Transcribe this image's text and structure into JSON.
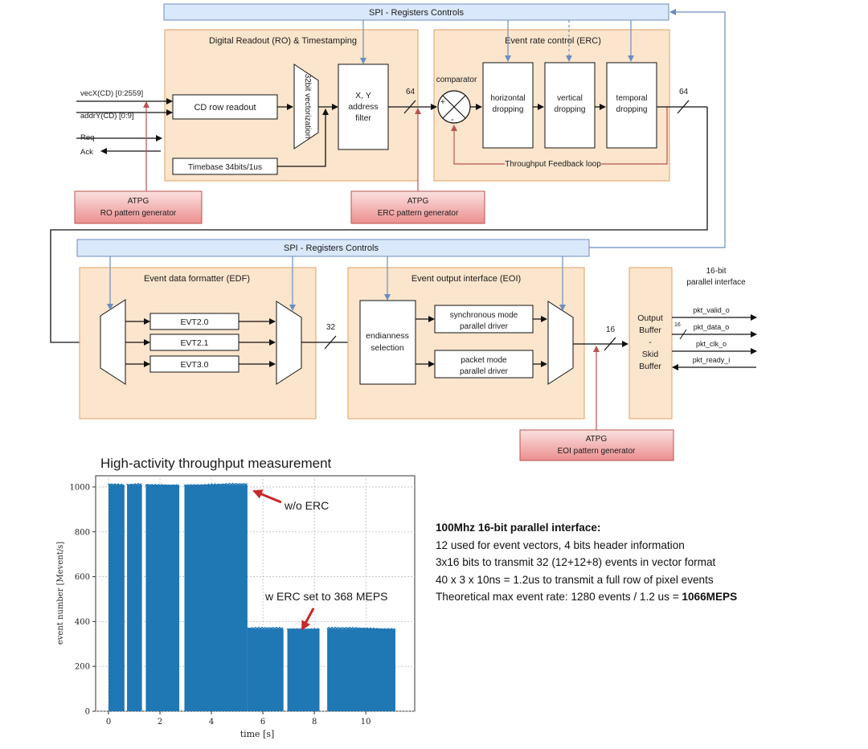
{
  "diagram": {
    "spi_top": "SPI - Registers Controls",
    "spi_bottom": "SPI - Registers Controls",
    "ro_title": "Digital Readout (RO) & Timestamping",
    "erc_title": "Event rate control (ERC)",
    "edf_title": "Event data formatter (EDF)",
    "eoi_title": "Event output interface (EOI)",
    "input_vecx": "vecX(CD) [0:2559]",
    "input_addry": "addrY(CD) [0:9]",
    "input_req": "Req",
    "input_ack": "Ack",
    "cd_row_readout": "CD row readout",
    "vectorization": "32bit vectorization",
    "timebase": "Timebase 34bits/1us",
    "xy_filter": [
      "X, Y",
      "address",
      "filter"
    ],
    "bus_64a": "64",
    "bus_64b": "64",
    "comparator": "comparator",
    "plus": "+",
    "minus": "-",
    "horizontal_dropping": [
      "horizontal",
      "dropping"
    ],
    "vertical_dropping": [
      "vertical",
      "dropping"
    ],
    "temporal_dropping": [
      "temporal",
      "dropping"
    ],
    "feedback_loop": "Throughput Feedback loop",
    "atpg_ro": [
      "ATPG",
      "RO pattern generator"
    ],
    "atpg_erc": [
      "ATPG",
      "ERC pattern generator"
    ],
    "atpg_eoi": [
      "ATPG",
      "EOI pattern generator"
    ],
    "evt20": "EVT2.0",
    "evt21": "EVT2.1",
    "evt30": "EVT3.0",
    "bus_32": "32",
    "endianness": [
      "endianness",
      "selection"
    ],
    "sync_driver": [
      "synchronous mode",
      "parallel driver"
    ],
    "packet_driver": [
      "packet mode",
      "parallel driver"
    ],
    "bus_16": "16",
    "output_buffer": [
      "Output",
      "Buffer",
      "-",
      "Skid",
      "Buffer"
    ],
    "parallel_interface": [
      "16-bit",
      "parallel interface"
    ],
    "bus_16_small": "16",
    "pkt_valid": "pkt_valid_o",
    "pkt_data": "pkt_data_o",
    "pkt_clk": "pkt_clk_o",
    "pkt_ready": "pkt_ready_i"
  },
  "specs": {
    "header": "100Mhz 16-bit parallel interface:",
    "lines": [
      "12 used for event vectors, 4 bits header information",
      "3x16 bits to transmit 32 (12+12+8) events in vector format",
      "40 x 3 x 10ns = 1.2us to transmit a full row of pixel events"
    ],
    "max_rate_prefix": "Theoretical max event rate: 1280 events / 1.2 us = ",
    "max_rate_value": "1066MEPS"
  },
  "chart_data": {
    "type": "bar",
    "title": "High-activity throughput measurement",
    "xlabel": "time [s]",
    "ylabel": "event number [Mevent/s]",
    "xlim": [
      -0.5,
      11.9
    ],
    "ylim": [
      0,
      1050
    ],
    "xticks": [
      0,
      2,
      4,
      6,
      8,
      10
    ],
    "yticks": [
      0,
      200,
      400,
      600,
      800,
      1000
    ],
    "grid": true,
    "color": "#1f77b4",
    "segments": [
      {
        "x_start": 0.0,
        "x_end": 0.62,
        "value": 1010
      },
      {
        "x_start": 0.72,
        "x_end": 1.3,
        "value": 1010
      },
      {
        "x_start": 1.45,
        "x_end": 2.75,
        "value": 1010
      },
      {
        "x_start": 2.95,
        "x_end": 5.4,
        "value": 1010
      },
      {
        "x_start": 5.4,
        "x_end": 6.8,
        "value": 368
      },
      {
        "x_start": 6.95,
        "x_end": 8.2,
        "value": 368
      },
      {
        "x_start": 8.5,
        "x_end": 11.15,
        "value": 368
      }
    ],
    "annotations": [
      {
        "text": "w/o ERC"
      },
      {
        "text": "w ERC set to 368 MEPS"
      }
    ]
  }
}
